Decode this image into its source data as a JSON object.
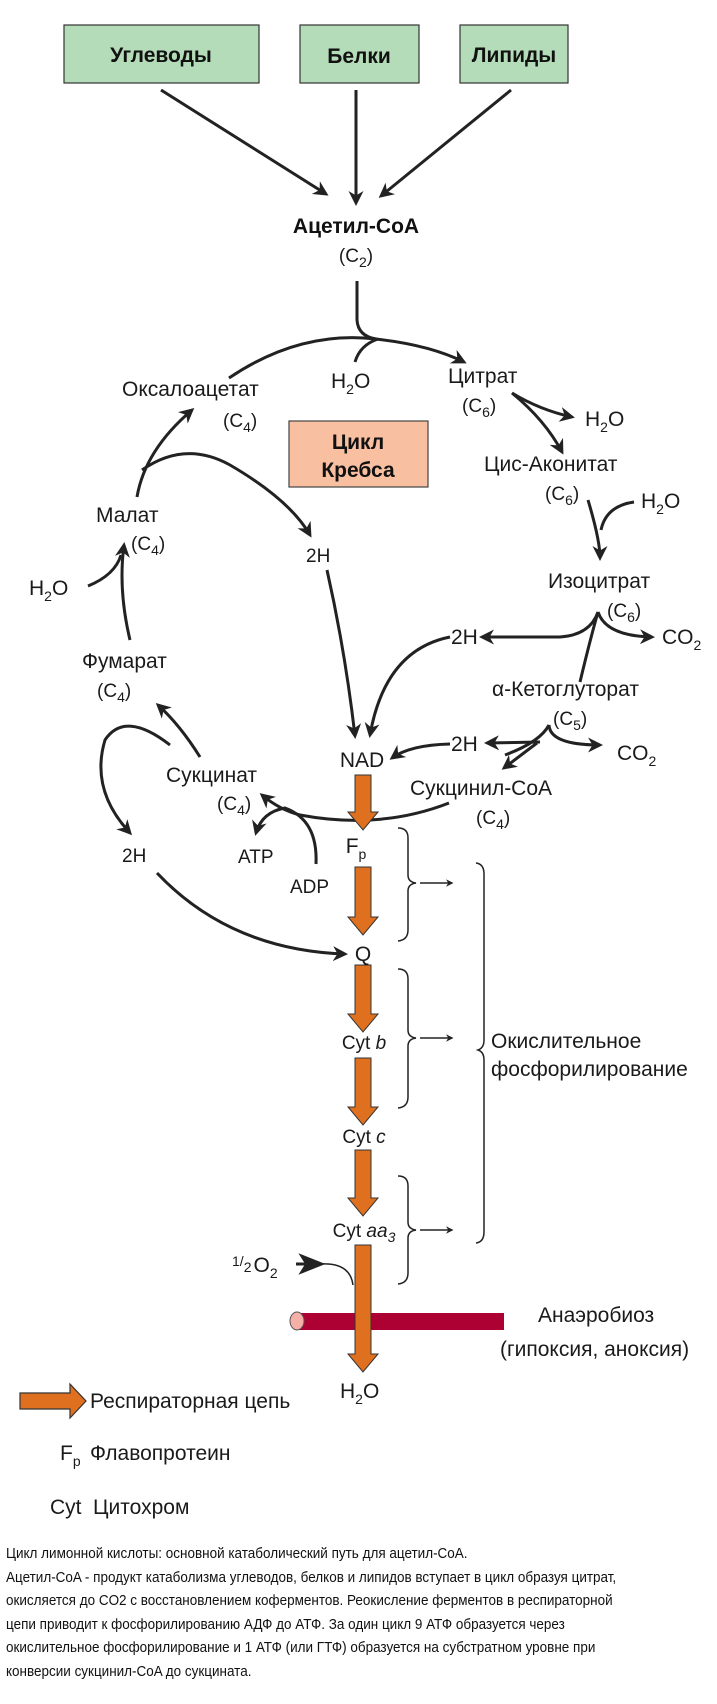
{
  "sources": [
    {
      "label": "Углеводы"
    },
    {
      "label": "Белки"
    },
    {
      "label": "Липиды"
    }
  ],
  "acetyl_coa": {
    "label": "Ацетил-CoA",
    "carbons": "(C2)",
    "c_base": "(C",
    "c_sub": "2",
    "c_close": ")"
  },
  "cycle_title": {
    "line1": "Цикл",
    "line2": "Кребса"
  },
  "metabolites": {
    "citrate": {
      "label": "Цитрат",
      "c_sub": "6"
    },
    "cis_aconitate": {
      "label": "Цис-Аконитат",
      "c_sub": "6"
    },
    "isocitrate": {
      "label": "Изоцитрат",
      "c_sub": "6"
    },
    "alpha_ketoglutarate": {
      "prefix": "α",
      "label": "-Кетоглуторат",
      "c_sub": "5"
    },
    "succinyl_coa": {
      "label": "Сукцинил-CoA",
      "c_sub": "4"
    },
    "succinate": {
      "label": "Сукцинат",
      "c_sub": "4"
    },
    "fumarate": {
      "label": "Фумарат",
      "c_sub": "4"
    },
    "malate": {
      "label": "Малат",
      "c_sub": "4"
    },
    "oxaloacetate": {
      "label": "Оксалоацетат",
      "c_sub": "4"
    }
  },
  "small": {
    "h": "H",
    "o": "O",
    "two": "2",
    "co": "CO",
    "two_h": "2H",
    "atp": "ATP",
    "adp": "ADP",
    "c_open": "(C",
    "c_close": ")"
  },
  "chain": {
    "nad": "NAD",
    "fp_base": "F",
    "fp_sub": "p",
    "q": "Q",
    "cyt_b": {
      "prefix": "Cyt ",
      "suffix": "b"
    },
    "cyt_c": {
      "prefix": "Cyt ",
      "suffix": "c"
    },
    "cyt_aa3": {
      "prefix": "Cyt ",
      "suffix": "aa",
      "sub": "3"
    },
    "half_o2": {
      "num": "1",
      "den": "2",
      "o": "O",
      "sub": "2"
    },
    "water": {
      "h": "H",
      "sub": "2",
      "o": "O"
    }
  },
  "oxphos": {
    "line1": "Окислительное",
    "line2": "фосфорилирование"
  },
  "anaerobiosis": {
    "line1": "Анаэробиоз",
    "line2": "(гипоксия, аноксия)"
  },
  "legend": {
    "respiratory_chain": "Респираторная цепь",
    "fp_base": "F",
    "fp_sub": "p",
    "flavoprotein": "Флавопротеин",
    "cyt": "Cyt",
    "cytochrome": "Цитохром"
  },
  "caption": {
    "lines": [
      "Цикл лимонной кислоты: основной катаболический путь для ацетил-CoA.",
      "Ацетил-CoA - продукт катаболизма углеводов, белков и липидов вступает в цикл образуя цитрат,",
      "окисляется до CO2 с восстановлением коферментов. Реокисление ферментов в респираторной",
      "цепи приводит к фосфорилированию АДФ до АТФ. За один цикл 9 АТФ образуется через",
      "окислительное фосфорилирование и 1 АТФ (или ГТФ) образуется на субстратном уровне при",
      "конверсии сукцинил-CoA до сукцината."
    ]
  },
  "colors": {
    "source_box": "#b5dcb9",
    "krebs_box": "#f8bfa0",
    "chain_arrow": "#de7020",
    "anaerobic_bar": "#ad0033",
    "anaerobic_cap": "#f5b0a8"
  }
}
